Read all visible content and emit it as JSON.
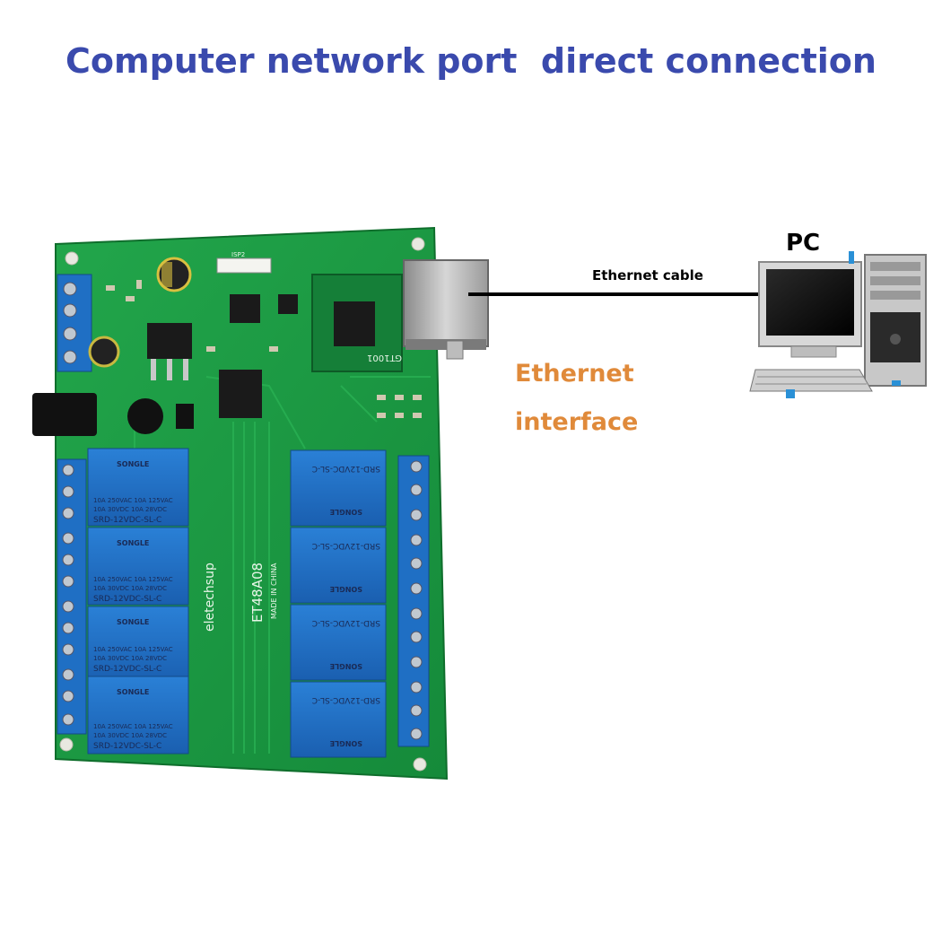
{
  "title": "Computer network port  direct connection",
  "labels": {
    "pc": "PC",
    "cable": "Ethernet cable",
    "interface_line1": "Ethernet",
    "interface_line2": "interface"
  },
  "board": {
    "model": "ET48A08",
    "brand": "eletechsup",
    "origin": "MADE IN CHINA",
    "module": "GT1001",
    "jumper": "ISP2",
    "relay_brand": "SONGLE",
    "relay_rating1": "10A 250VAC  10A 125VAC",
    "relay_rating2": "10A  30VDC  10A  28VDC",
    "relay_model": "SRD-12VDC-SL-C"
  },
  "colors": {
    "title": "#3a4aad",
    "interface_label": "#e08a3a",
    "pcb": "#1f9a44",
    "relay": "#1f6fc4"
  }
}
